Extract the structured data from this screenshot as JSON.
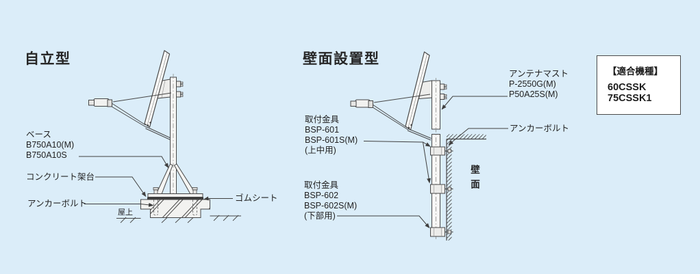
{
  "colors": {
    "background": "#dbedf9",
    "line": "#3f3f3f",
    "label_text": "#222222",
    "rubber_sheet": "#3b3b3b",
    "box_background": "#ffffff"
  },
  "left_section": {
    "title": "自立型",
    "labels": {
      "base": [
        "ベース",
        "B750A10(M)",
        "B750A10S"
      ],
      "concrete": "コンクリート架台",
      "anchor_bolt": "アンカーボルト",
      "rooftop": "屋上",
      "rubber_sheet": "ゴムシート"
    }
  },
  "right_section": {
    "title": "壁面設置型",
    "labels": {
      "antenna_mast": [
        "アンテナマスト",
        "P-2550G(M)",
        "P50A25S(M)"
      ],
      "anchor_bolt": "アンカーボルト",
      "bracket_upper": [
        "取付金具",
        "BSP-601",
        "BSP-601S(M)",
        "(上中用)"
      ],
      "bracket_lower": [
        "取付金具",
        "BSP-602",
        "BSP-602S(M)",
        "(下部用)"
      ],
      "wall": "壁面"
    }
  },
  "info_box": {
    "title": "【適合機種】",
    "models": [
      "60CSSK",
      "75CSSK1"
    ]
  }
}
